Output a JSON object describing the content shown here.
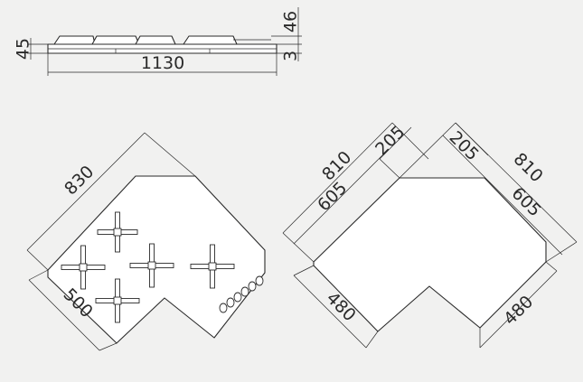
{
  "dimensions": {
    "side_view": {
      "height_top": "46",
      "height_total": "45",
      "thickness": "3",
      "width": "1130"
    },
    "left_hob": {
      "outer": "830",
      "depth": "500"
    },
    "right_cutout": {
      "left_outer": "810",
      "left_inner": "605",
      "left_top": "205",
      "right_top": "205",
      "right_outer": "810",
      "right_inner": "605",
      "left_depth": "480",
      "right_depth": "480"
    }
  }
}
